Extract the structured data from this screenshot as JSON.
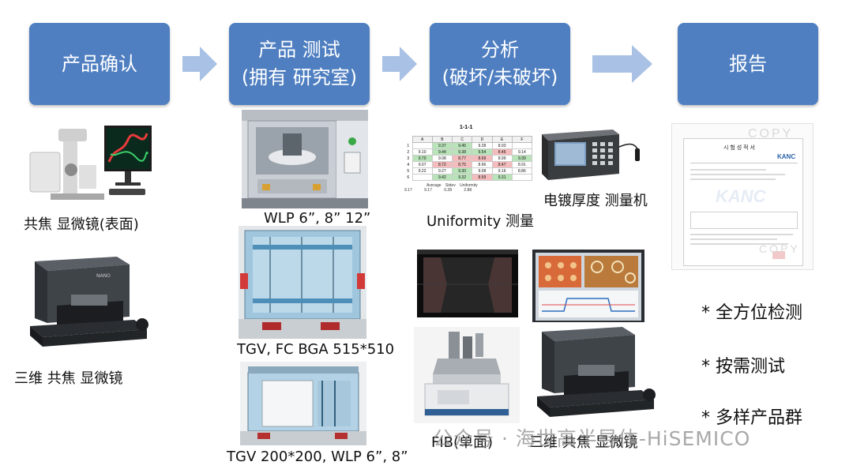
{
  "steps": [
    {
      "line1": "产品确认",
      "line2": ""
    },
    {
      "line1": "产品 测试",
      "line2": "(拥有 研究室)"
    },
    {
      "line1": "分析",
      "line2": "(破坏/未破坏)"
    },
    {
      "line1": "报告",
      "line2": ""
    }
  ],
  "captions": {
    "confocal_surface": "共焦 显微镜(表面)",
    "confocal_3d_left": "三维 共焦 显微镜",
    "wlp": "WLP 6”, 8” 12”",
    "tgv_fc": "TGV, FC BGA 515*510",
    "tgv_200": "TGV 200*200, WLP 6”, 8”",
    "uniformity": "Uniformity 测量",
    "plating_meter": "电镀厚度 测量机",
    "fib": "FIB(单面)",
    "confocal_3d_right": "三维 共焦 显微镜"
  },
  "uniformity_table": {
    "title": "1-1-1",
    "headers": [
      "A",
      "B",
      "C",
      "D",
      "E",
      "F"
    ],
    "rows": [
      [
        "1",
        "",
        "9.37",
        "9.45",
        "9.28",
        "8.93",
        ""
      ],
      [
        "2",
        "9.10",
        "9.44",
        "9.38",
        "9.54",
        "8.46",
        "9.14"
      ],
      [
        "3",
        "9.70",
        "9.08",
        "8.77",
        "8.69",
        "8.99",
        "9.39"
      ],
      [
        "4",
        "9.07",
        "8.72",
        "8.75",
        "8.96",
        "8.47",
        "8.91"
      ],
      [
        "5",
        "9.22",
        "9.27",
        "9.30",
        "9.08",
        "9.16",
        "8.86"
      ],
      [
        "6",
        "",
        "9.42",
        "9.32",
        "8.59",
        "9.31",
        ""
      ]
    ],
    "footer_labels": [
      "Average",
      "Stdev",
      "Uniformity"
    ],
    "footer_values": [
      "9.17",
      "9.17",
      "0.28",
      "2.88"
    ]
  },
  "report": {
    "title": "시 험 성 적 서",
    "logo": "KANC",
    "stamp": "COPY"
  },
  "bullets": [
    "* 全方位检测",
    "* 按需测试",
    "* 多样产品群"
  ],
  "watermark": "公众号 · 海世高半导体-HiSEMICO",
  "colors": {
    "box": "#4f7fc1",
    "arrow": "#a9c1e4"
  }
}
